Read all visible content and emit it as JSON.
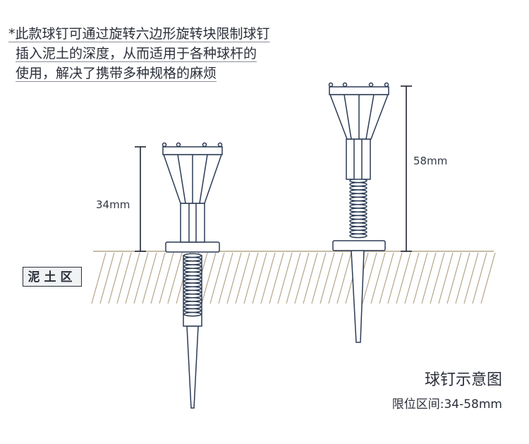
{
  "note": {
    "lines": [
      "*此款球钉可通过旋转六边形旋转块限制球钉",
      "插入泥土的深度，从而适用于各种球杆的",
      "使用，解决了携带多种规格的麻烦"
    ]
  },
  "soil_label": "泥土区",
  "dimensions": {
    "short": "34mm",
    "tall": "58mm"
  },
  "caption": {
    "title": "球钉示意图",
    "range": "限位区间:34-58mm"
  },
  "colors": {
    "line": "#2b3a55",
    "soil_hatch": "#b5a58a",
    "text": "#2b2f3a"
  }
}
